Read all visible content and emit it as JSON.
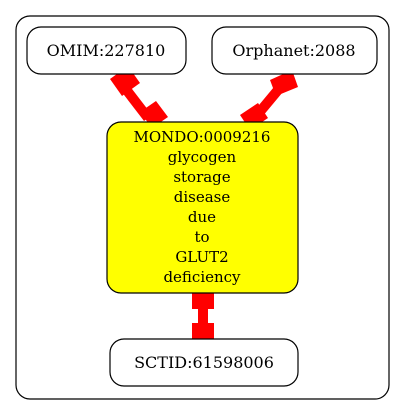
{
  "nodes": {
    "omim": {
      "label": "OMIM:227810"
    },
    "orphanet": {
      "label": "Orphanet:2088"
    },
    "mondo": {
      "lines": [
        "MONDO:0009216",
        "glycogen",
        "storage",
        "disease",
        "due",
        "to",
        "GLUT2",
        "deficiency"
      ]
    },
    "sctid": {
      "label": "SCTID:61598006"
    }
  },
  "colors": {
    "center_fill": "#ffff00",
    "edge": "#ff0000",
    "stroke": "#000000",
    "background": "#ffffff"
  }
}
